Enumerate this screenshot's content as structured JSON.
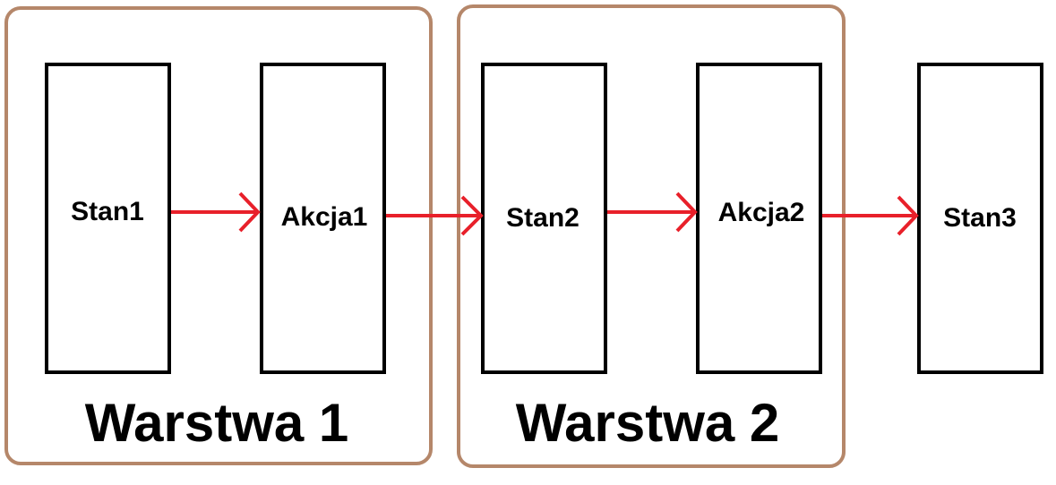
{
  "colors": {
    "layer_border": "#b5876a",
    "arrow": "#e8202a",
    "node_border": "#000000",
    "background": "#ffffff"
  },
  "layers": [
    {
      "id": "layer1",
      "label": "Warstwa 1"
    },
    {
      "id": "layer2",
      "label": "Warstwa 2"
    }
  ],
  "nodes": [
    {
      "id": "stan1",
      "label": "Stan1"
    },
    {
      "id": "akcja1",
      "label": "Akcja1"
    },
    {
      "id": "stan2",
      "label": "Stan2"
    },
    {
      "id": "akcja2",
      "label": "Akcja2"
    },
    {
      "id": "stan3",
      "label": "Stan3"
    }
  ],
  "edges": [
    {
      "from": "stan1",
      "to": "akcja1"
    },
    {
      "from": "akcja1",
      "to": "stan2"
    },
    {
      "from": "stan2",
      "to": "akcja2"
    },
    {
      "from": "akcja2",
      "to": "stan3"
    }
  ]
}
